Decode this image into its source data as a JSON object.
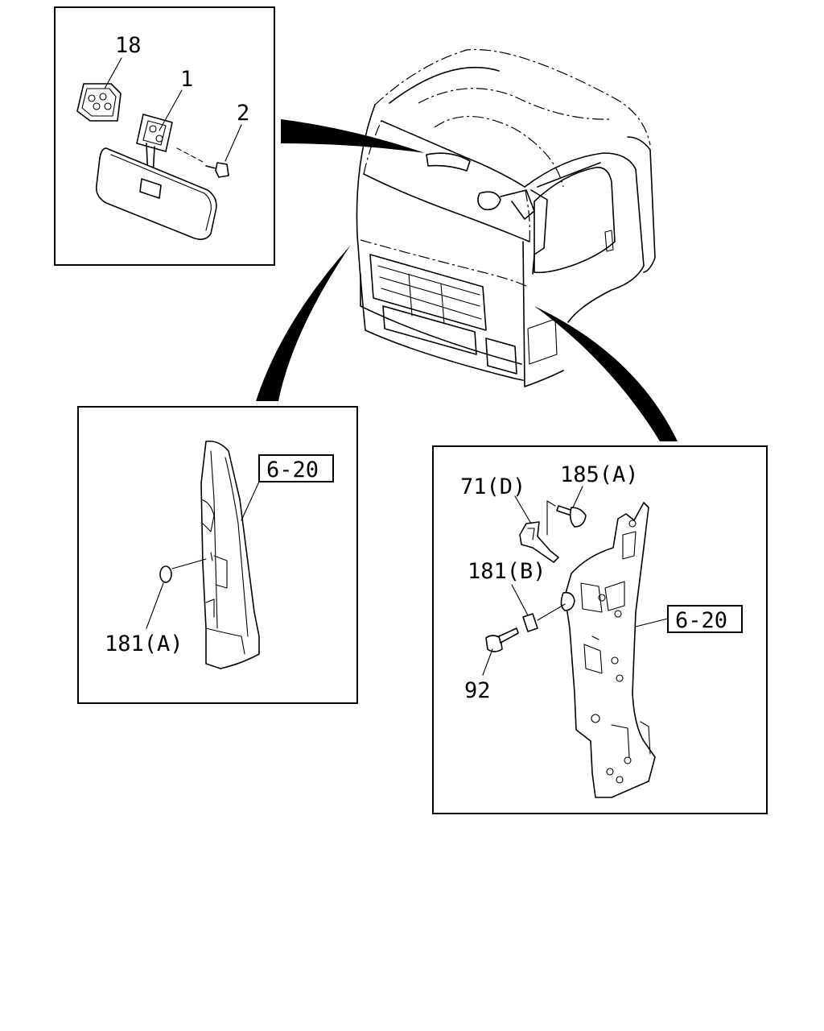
{
  "callouts": {
    "c18": "18",
    "c1": "1",
    "c2": "2",
    "c181a": "181(A)",
    "c620_left": "6-20",
    "c71d": "71(D)",
    "c185a": "185(A)",
    "c181b": "181(B)",
    "c92": "92",
    "c620_right": "6-20"
  }
}
